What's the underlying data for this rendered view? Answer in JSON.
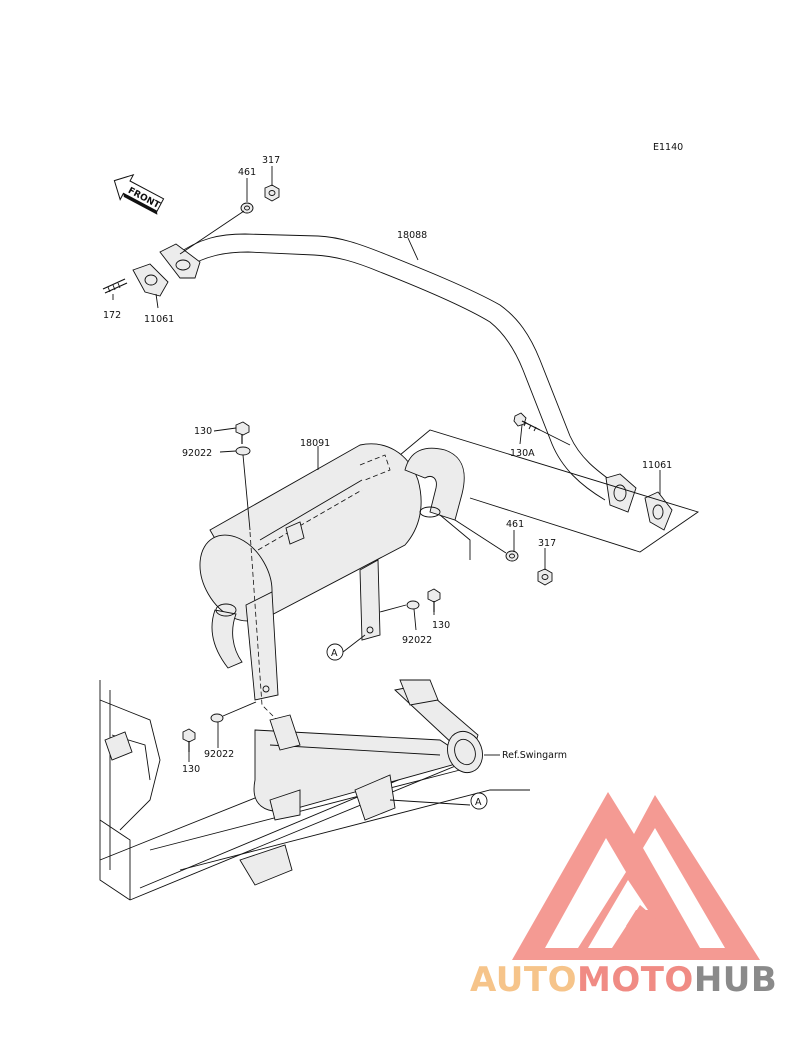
{
  "diagram": {
    "code": "E1140",
    "front_label": "FRONT",
    "parts": {
      "p317_top": "317",
      "p461_top": "461",
      "p18088": "18088",
      "p172": "172",
      "p11061_left": "11061",
      "p130_top": "130",
      "p92022_top": "92022",
      "p18091": "18091",
      "p130A": "130A",
      "p11061_right": "11061",
      "p461_mid": "461",
      "p317_mid": "317",
      "p92022_mid": "92022",
      "p130_mid": "130",
      "refA_left": "A",
      "p92022_low": "92022",
      "p130_low": "130",
      "ref_swingarm": "Ref.Swingarm",
      "refA_right": "A"
    }
  },
  "watermark": {
    "part1": "AUTO",
    "part2": "MOTO",
    "part3": "HUB",
    "colors": {
      "auto": "#f6c48a",
      "moto": "#f08b84",
      "hub": "#8a8a8a",
      "logo": "#f28a83"
    }
  }
}
